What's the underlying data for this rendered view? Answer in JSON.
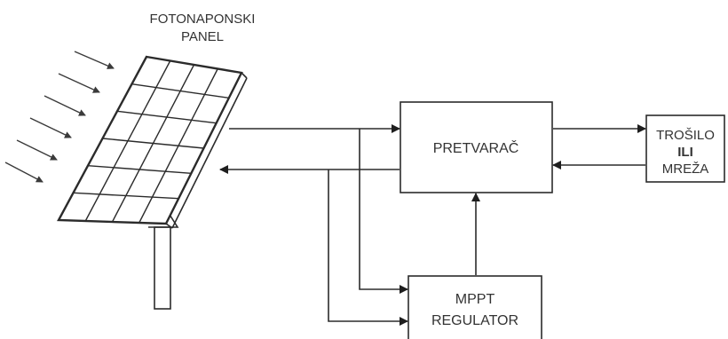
{
  "panel": {
    "title_line1": "FOTONAPONSKI",
    "title_line2": "PANEL",
    "rows": 6,
    "cols": 4
  },
  "converter": {
    "label": "PRETVARAČ"
  },
  "mppt": {
    "line1": "MPPT",
    "line2": "REGULATOR"
  },
  "load": {
    "line1": "TROŠILO",
    "line2": "ILI",
    "line3": "MREŽA"
  },
  "colors": {
    "line": "#2b2b2b",
    "text": "#333333"
  }
}
